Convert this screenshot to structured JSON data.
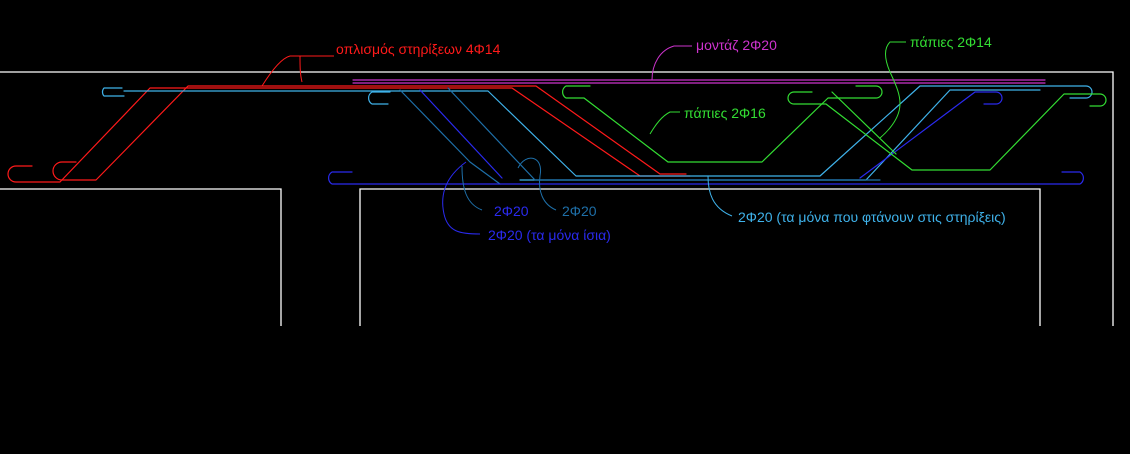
{
  "colors": {
    "background": "#000000",
    "outline": "#ffffff",
    "support_bars": "#ff1a1a",
    "montage_bars": "#cc33cc",
    "top_bars_2f14": "#33dd33",
    "top_bars_2f16": "#33dd33",
    "straight_bars": "#2a2aee",
    "bent_bars_mid": "#1e6fa8",
    "bent_bars_supports": "#3fb2ea"
  },
  "labels": {
    "support_reinforcement": "οπλισμός στηρίξεων 4Φ14",
    "montage": "μοντάζ 2Φ20",
    "top_2f14": "πάπιες 2Φ14",
    "top_2f16": "πάπιες 2Φ16",
    "bars_a": "2Φ20",
    "bars_b": "2Φ20",
    "bars_straight": "2Φ20  (τα μόνα ίσια)",
    "bars_supports": "2Φ20 (τα μόνα που φτάνουν στις στηρίξεις)"
  }
}
